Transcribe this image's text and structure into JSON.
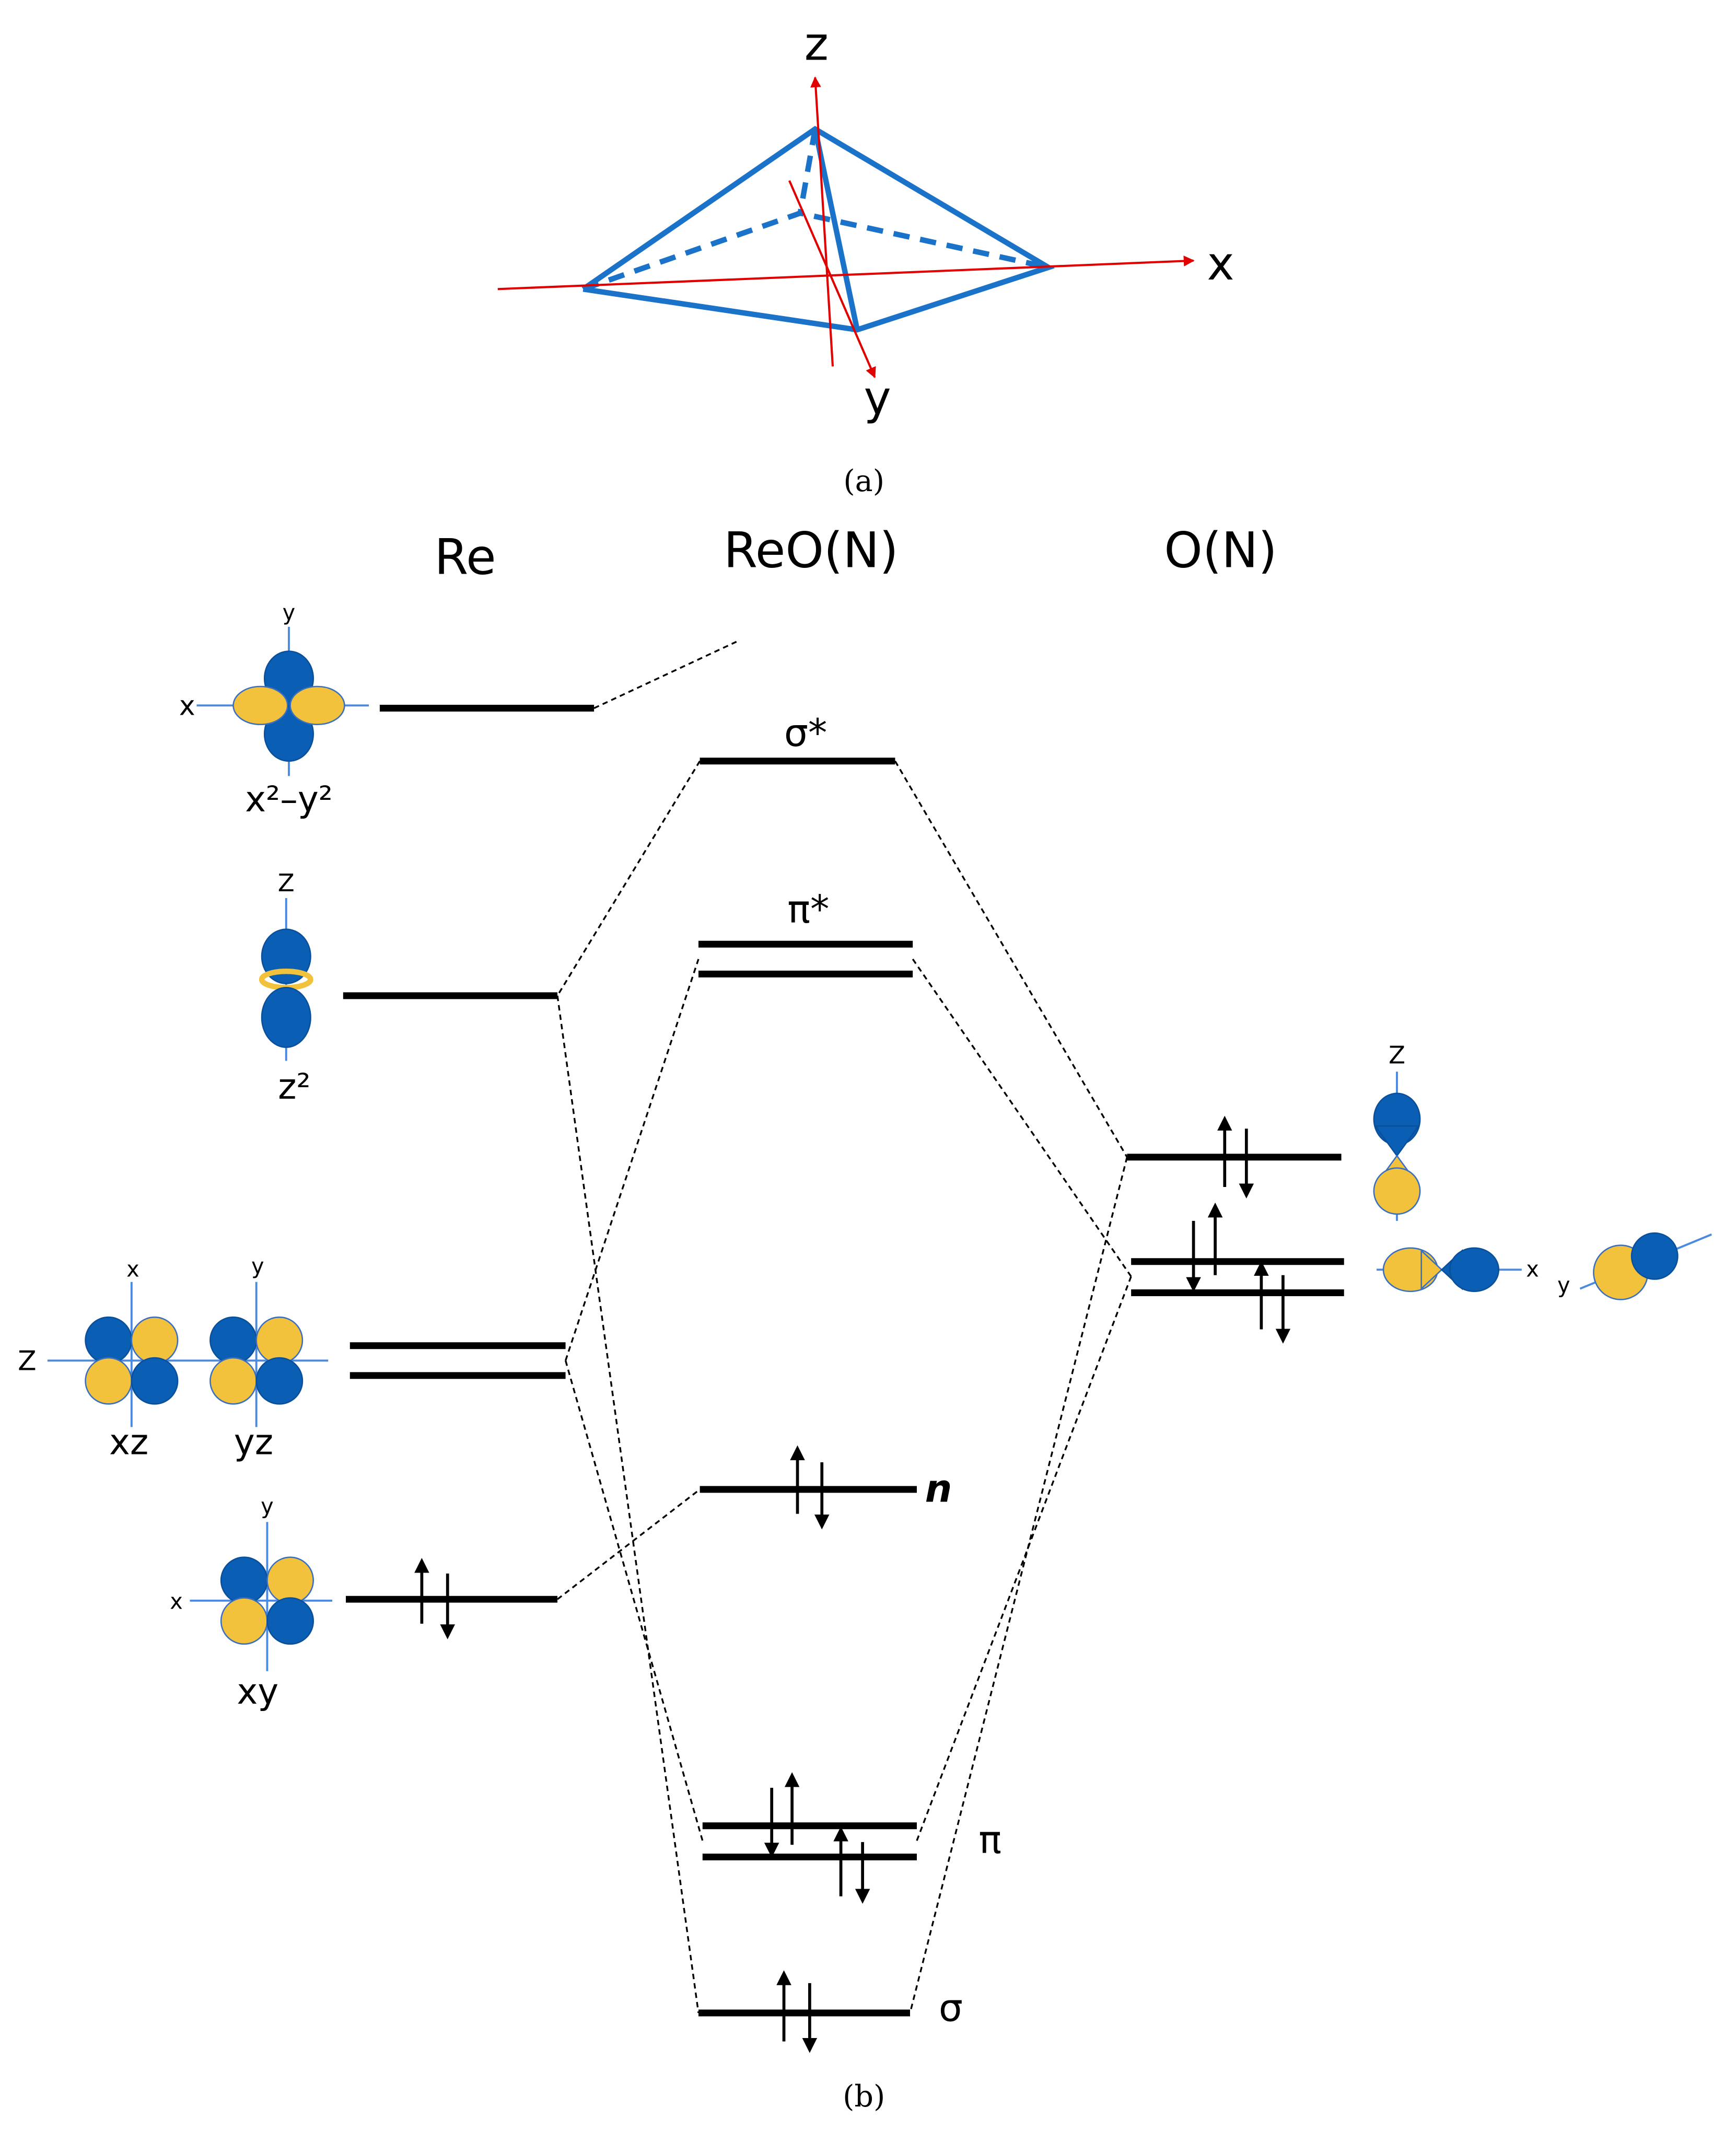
{
  "panel_a": {
    "axis_z": "z",
    "axis_x": "x",
    "axis_y": "y",
    "caption": "(a)",
    "colors": {
      "pyramid": "#1a73c8",
      "axes": "#e00000"
    }
  },
  "panel_b": {
    "caption": "(b)",
    "columns": {
      "left": "Re",
      "middle": "ReO(N)",
      "right": "O(N)"
    },
    "re_orbitals": [
      {
        "label": "x²–y²",
        "axes": [
          "x",
          "y"
        ],
        "electrons": 0
      },
      {
        "label": "z²",
        "axes": [
          "Z"
        ],
        "electrons": 0
      },
      {
        "label": "xz",
        "axes": [
          "x",
          "Z"
        ],
        "electrons": 0
      },
      {
        "label": "yz",
        "axes": [
          "y"
        ],
        "electrons": 0
      },
      {
        "label": "xy",
        "axes": [
          "x",
          "y"
        ],
        "electrons": 2
      }
    ],
    "mo_levels": [
      {
        "label": "σ*",
        "electrons": 0
      },
      {
        "label": "π*",
        "electrons": 0
      },
      {
        "label": "n",
        "electrons": 2
      },
      {
        "label": "π",
        "electrons": 4
      },
      {
        "label": "σ",
        "electrons": 2
      }
    ],
    "ligand_orbitals": {
      "axis_z": "Z",
      "axis_x": "x",
      "axis_y": "y",
      "electrons": 6
    },
    "colors": {
      "lobe_blue": "#0a5fb4",
      "lobe_yellow": "#f2c23c"
    }
  }
}
